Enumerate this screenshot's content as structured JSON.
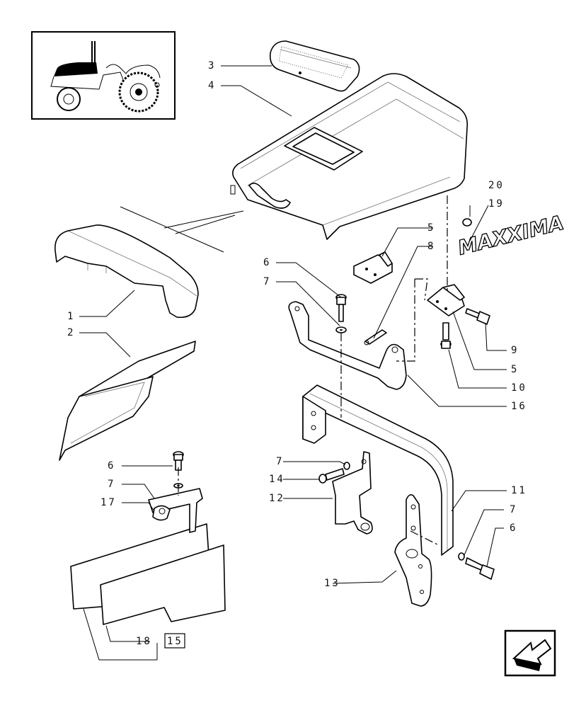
{
  "diagram": {
    "labels": {
      "l1": "1",
      "l2": "2",
      "l3": "3",
      "l4": "4",
      "l5a": "5",
      "l5b": "5",
      "l6a": "6",
      "l6b": "6",
      "l6c": "6",
      "l7a": "7",
      "l7b": "7",
      "l7c": "7",
      "l7d": "7",
      "l8": "8",
      "l9": "9",
      "l10": "10",
      "l11": "11",
      "l12": "12",
      "l13": "13",
      "l14": "14",
      "l16": "16",
      "l17": "17",
      "l18": "18",
      "l19": "19",
      "l20": "20",
      "l15": "15"
    },
    "logo_text": "MAXXIMA",
    "icons": [
      "tractor-thumbnail-icon",
      "navigation-arrow-icon"
    ]
  }
}
